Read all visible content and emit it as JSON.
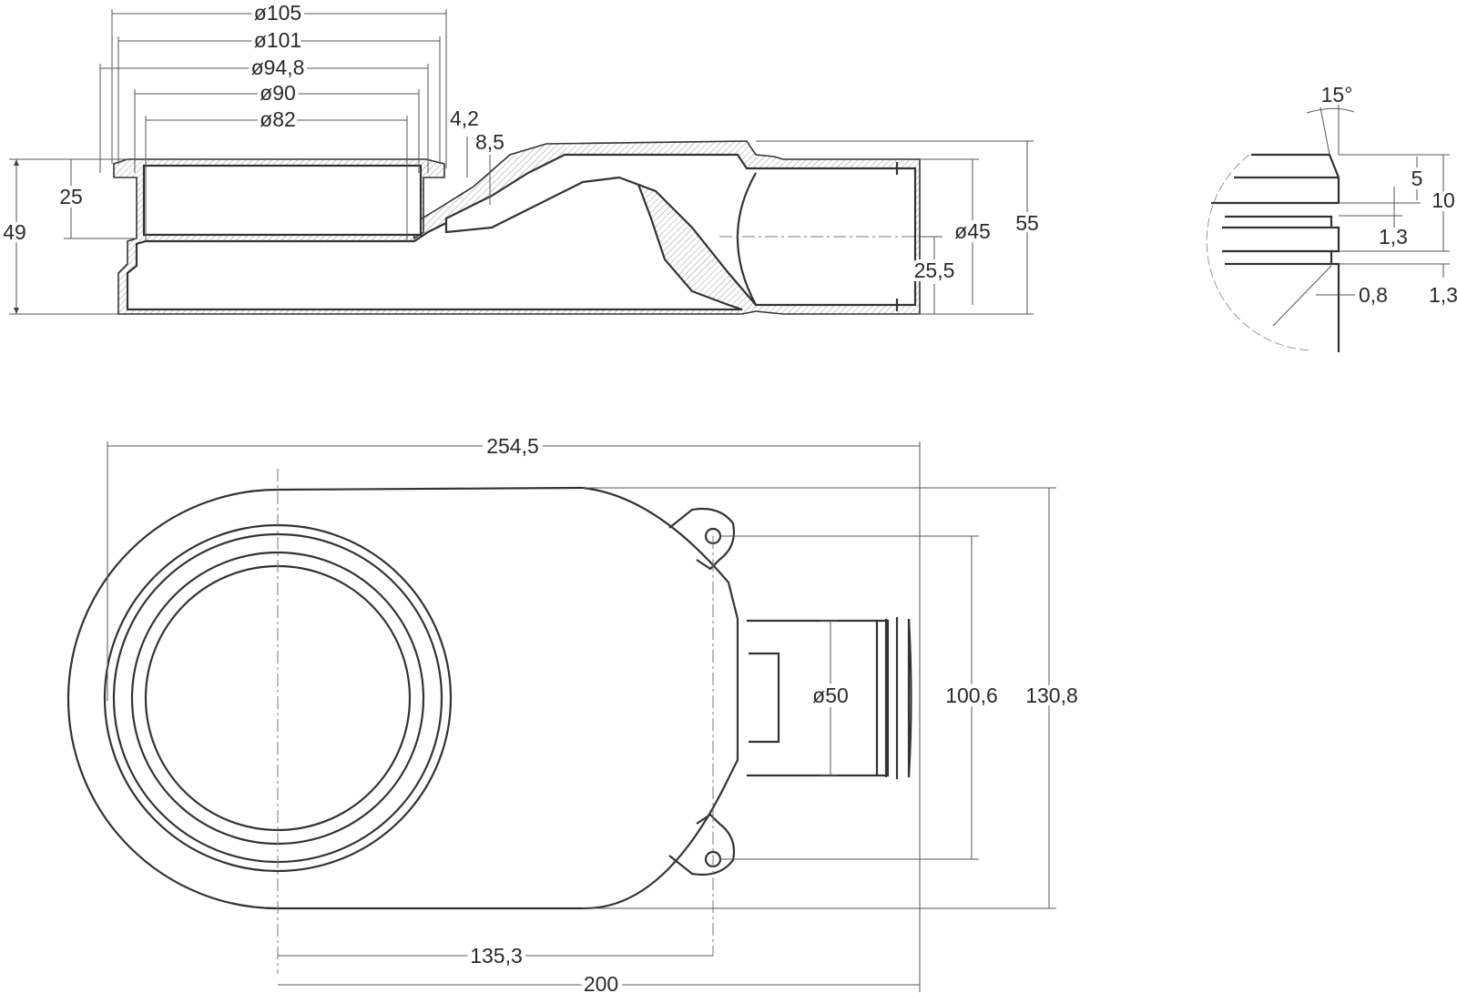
{
  "section_view": {
    "diameters": [
      "ø105",
      "ø101",
      "ø94,8",
      "ø90",
      "ø82"
    ],
    "left_dims": {
      "total_height": "49",
      "socket_height": "25"
    },
    "wall_dims": {
      "a": "4,2",
      "b": "8,5"
    },
    "outlet": {
      "diameter": "ø45",
      "axis_height": "25,5",
      "total_height": "55"
    }
  },
  "detail_view": {
    "angle": "15°",
    "dims": {
      "chamfer": "5",
      "groove_pitch": "10",
      "groove_width": "1,3",
      "groove_depth": "0,8",
      "end_width": "1,3"
    }
  },
  "plan_view": {
    "length": "254,5",
    "width": "130,8",
    "mount_spacing": "100,6",
    "outlet_diameter": "ø50",
    "mount_offset": "135,3",
    "outlet_offset": "200"
  }
}
